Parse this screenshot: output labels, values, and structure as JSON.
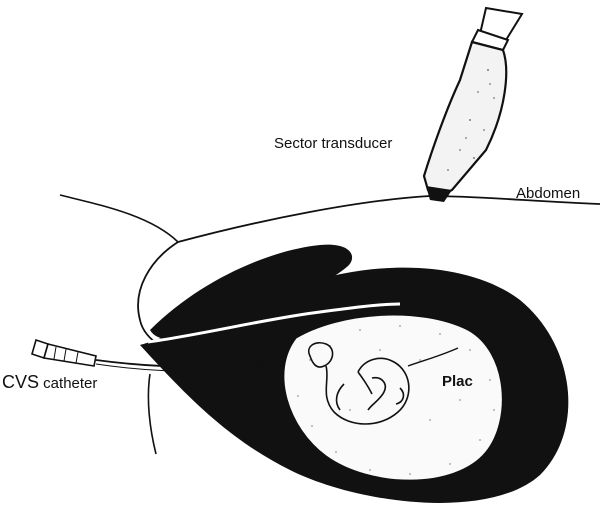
{
  "labels": {
    "transducer": "Sector transducer",
    "abdomen": "Abdomen",
    "catheter_prefix": "CVS",
    "catheter_suffix": " catheter",
    "placenta": "Plac"
  },
  "colors": {
    "ink": "#111111",
    "paper": "#ffffff",
    "speckle": "#bdbdbd"
  }
}
